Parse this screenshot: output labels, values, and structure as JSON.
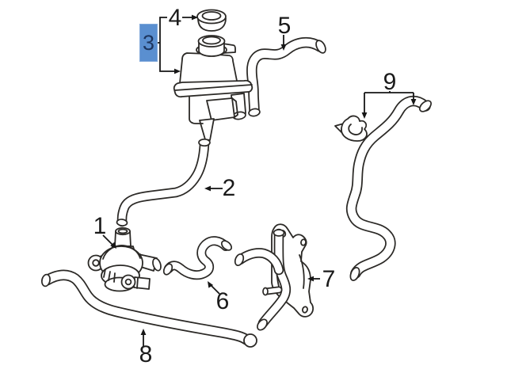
{
  "diagram": {
    "type": "automotive-parts-line-diagram",
    "background_color": "#ffffff",
    "line_color": "#2b2926",
    "highlight_style": {
      "fill": "#5a8fd0",
      "border": "#7fa7da",
      "text_color": "#1d355e"
    },
    "callouts": [
      {
        "label": "1",
        "highlighted": false
      },
      {
        "label": "2",
        "highlighted": false
      },
      {
        "label": "3",
        "highlighted": true
      },
      {
        "label": "4",
        "highlighted": false
      },
      {
        "label": "5",
        "highlighted": false
      },
      {
        "label": "6",
        "highlighted": false
      },
      {
        "label": "7",
        "highlighted": false
      },
      {
        "label": "8",
        "highlighted": false
      },
      {
        "label": "9",
        "highlighted": false
      }
    ]
  }
}
